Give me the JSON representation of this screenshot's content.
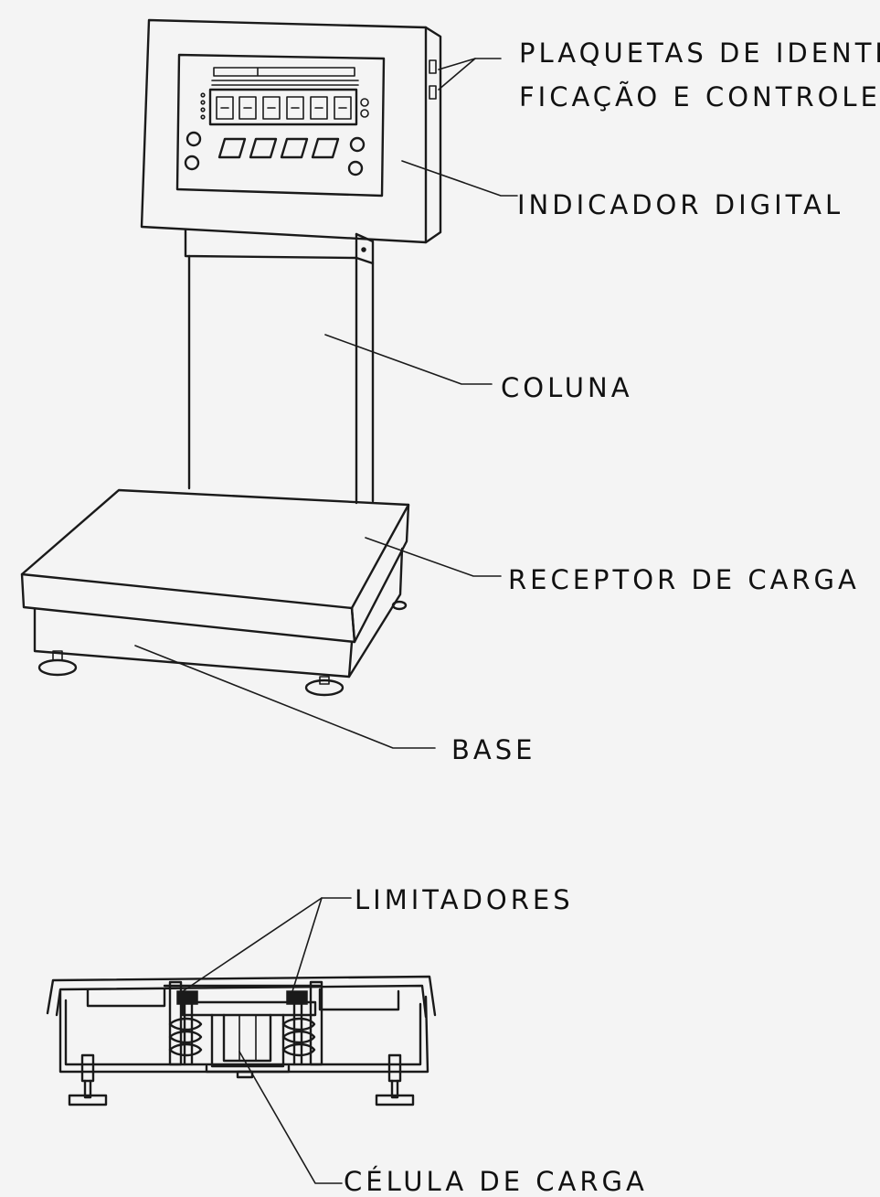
{
  "labels": {
    "plaquetas_line1": "PLAQUETAS DE IDENTI-",
    "plaquetas_line2": "FICAÇÃO E CONTROLE",
    "indicador": "INDICADOR DIGITAL",
    "coluna": "COLUNA",
    "receptor": "RECEPTOR DE CARGA",
    "base": "BASE",
    "limitadores": "LIMITADORES",
    "celula": "CÉLULA DE CARGA"
  }
}
